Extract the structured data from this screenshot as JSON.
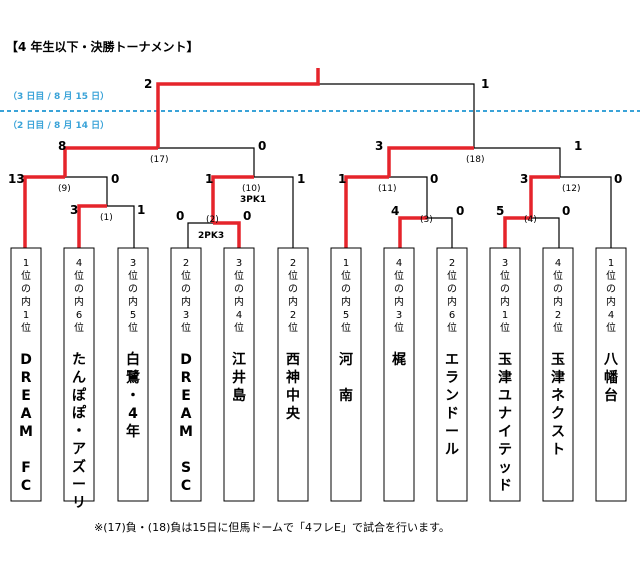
{
  "title": "【4 年生以下・決勝トーナメント】",
  "day_labels": [
    "（3 日目 / 8 月 15 日）",
    "（2 日目 / 8 月 14 日）"
  ],
  "footnote": "※(17)負・(18)負は15日に但馬ドームで「4フレE」で試合を行います。",
  "colors": {
    "winner_line": "#e5242b",
    "normal_line": "#000000",
    "day_line": "#3aa3d8"
  },
  "teams": [
    {
      "seed": "1位の内1位",
      "name": "DREAM FC"
    },
    {
      "seed": "4位の内6位",
      "name": "たんぽぽ・アズーリ"
    },
    {
      "seed": "3位の内5位",
      "name": "白鷺・4年"
    },
    {
      "seed": "2位の内3位",
      "name": "DREAM SC"
    },
    {
      "seed": "3位の内4位",
      "name": "江井島"
    },
    {
      "seed": "2位の内2位",
      "name": "西神中央"
    },
    {
      "seed": "1位の内5位",
      "name": "河 南"
    },
    {
      "seed": "4位の内3位",
      "name": "梶"
    },
    {
      "seed": "2位の内6位",
      "name": "エランドール"
    },
    {
      "seed": "3位の内1位",
      "name": "玉津ユナイテッド"
    },
    {
      "seed": "4位の内2位",
      "name": "玉津ネクスト"
    },
    {
      "seed": "1位の内4位",
      "name": "八幡台"
    }
  ],
  "matches": [
    {
      "label": "(1)",
      "scores": [
        "3",
        "1"
      ]
    },
    {
      "label": "(2)",
      "scores": [
        "0",
        "0"
      ],
      "pk": "2PK3"
    },
    {
      "label": "(3)",
      "scores": [
        "4",
        "0"
      ]
    },
    {
      "label": "(4)",
      "scores": [
        "5",
        "0"
      ]
    },
    {
      "label": "(9)",
      "scores": [
        "13",
        "0"
      ]
    },
    {
      "label": "(10)",
      "scores": [
        "1",
        "1"
      ],
      "pk": "3PK1"
    },
    {
      "label": "(11)",
      "scores": [
        "1",
        "0"
      ]
    },
    {
      "label": "(12)",
      "scores": [
        "3",
        "0"
      ]
    },
    {
      "label": "(17)",
      "scores": [
        "8",
        "0"
      ]
    },
    {
      "label": "(18)",
      "scores": [
        "3",
        "1"
      ]
    },
    {
      "label": "final",
      "scores": [
        "2",
        "1"
      ]
    }
  ]
}
